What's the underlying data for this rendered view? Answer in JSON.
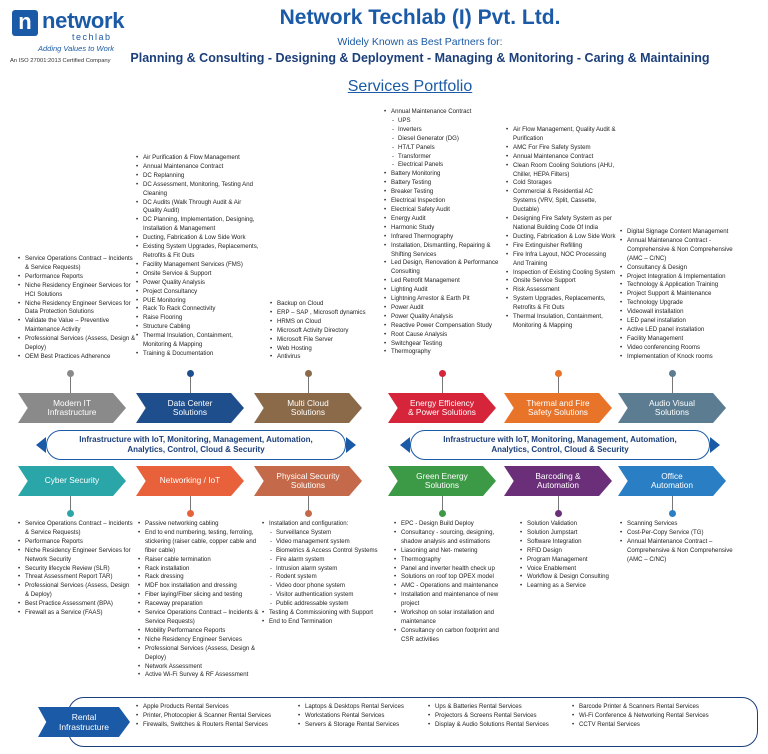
{
  "header": {
    "logo_mark": "n",
    "logo_name": "network",
    "logo_sub": "techlab",
    "logo_tagline": "Adding Values to Work",
    "iso": "An ISO 27001:2013 Certified Company",
    "title": "Network Techlab (I) Pvt. Ltd.",
    "subtitle": "Widely Known as Best Partners for:",
    "tagline": "Planning & Consulting - Designing & Deployment - Managing & Monitoring - Caring & Maintaining",
    "portfolio": "Services Portfolio"
  },
  "infra_banner": {
    "left_line1": "Infrastructure with IoT, Monitoring, Management, Automation,",
    "left_line2": "Analytics, Control, Cloud & Security",
    "right_line1": "Infrastructure with IoT, Monitoring, Management, Automation,",
    "right_line2": "Analytics, Control, Cloud & Security"
  },
  "colors": {
    "modern_it": "#8a8a8a",
    "data_center": "#1f4e8c",
    "multi_cloud": "#8b6a4a",
    "energy_efficiency": "#d6243a",
    "thermal_fire": "#e8742a",
    "audio_visual": "#5c7c92",
    "cyber_security": "#2aa6a8",
    "networking_iot": "#e8613a",
    "physical_security": "#c46a4a",
    "green_energy": "#3c9a46",
    "barcoding": "#6b2f7a",
    "office_automation": "#2a7ec4"
  },
  "top_services": [
    {
      "label_line1": "Modern IT",
      "label_line2": "Infrastructure",
      "items": [
        "Service Operations Contract – Incidents & Service Requests)",
        "Performance Reports",
        "Niche Residency Engineer Services for HCI Solutions",
        "Niche Residency Engineer Services for Data Protection Solutions",
        "Validate the Value – Preventive Maintenance Activity",
        "Professional Services (Assess, Design & Deploy)",
        "OEM Best Practices Adherence"
      ]
    },
    {
      "label_line1": "Data Center",
      "label_line2": "Solutions",
      "items": [
        "Air Purification & Flow Management",
        "Annual Maintenance Contract",
        "DC Replanning",
        "DC Assessment, Monitoring, Testing And Cleaning",
        "DC Audits (Walk Through Audit & Air Quality Audit)",
        "DC Planning, Implementation, Designing, Installation & Management",
        "Ducting, Fabrication & Low Side Work",
        "Existing System Upgrades, Replacements, Retrofits & Fit Outs",
        "Facility Management Services (FMS)",
        "Onsite Service & Support",
        "Power Quality Analysis",
        "Project Consultancy",
        "PUE Monitoring",
        "Rack To Rack Connectivity",
        "Raise Flooring",
        "Structure Cabling",
        "Thermal Insulation, Containment, Monitoring & Mapping",
        "Training & Documentation"
      ]
    },
    {
      "label_line1": "Multi Cloud",
      "label_line2": "Solutions",
      "items": [
        "Backup on Cloud",
        "ERP – SAP , Microsoft dynamics",
        "HRMS on Cloud",
        "Microsoft Activity Directory",
        "Microsoft File Server",
        "Web Hosting",
        "Antivirus"
      ]
    },
    {
      "label_line1": "Energy Efficiency",
      "label_line2": "& Power Solutions",
      "items": [
        {
          "t": "Annual Maintenance Contract"
        },
        {
          "t": "UPS",
          "sub": true
        },
        {
          "t": "Inverters",
          "sub": true
        },
        {
          "t": "Diesel Generator (DG)",
          "sub": true
        },
        {
          "t": "HT/LT Panels",
          "sub": true
        },
        {
          "t": "Transformer",
          "sub": true
        },
        {
          "t": "Electrical Panels",
          "sub": true
        },
        {
          "t": "Battery Monitoring"
        },
        {
          "t": "Battery Testing"
        },
        {
          "t": "Breaker Testing"
        },
        {
          "t": "Electrical Inspection"
        },
        {
          "t": "Electrical Safety Audit"
        },
        {
          "t": "Energy Audit"
        },
        {
          "t": "Harmonic Study"
        },
        {
          "t": "Infrared Thermography"
        },
        {
          "t": "Installation, Dismantling, Repairing & Shifting Services"
        },
        {
          "t": "Led Design, Renovation & Performance Consulting"
        },
        {
          "t": "Led Retrofit Management"
        },
        {
          "t": "Lighting Audit"
        },
        {
          "t": "Lightning Arrestor & Earth Pit"
        },
        {
          "t": "Power Audit"
        },
        {
          "t": "Power Quality Analysis"
        },
        {
          "t": "Reactive Power Compensation Study"
        },
        {
          "t": "Root Cause Analysis"
        },
        {
          "t": "Switchgear Testing"
        },
        {
          "t": "Thermography"
        }
      ]
    },
    {
      "label_line1": "Thermal and Fire",
      "label_line2": "Safety Solutions",
      "items": [
        "Air Flow Management, Quality Audit & Purification",
        "AMC For Fire Safety System",
        "Annual Maintenance Contract",
        "Clean Room Cooling Solutions (AHU, Chiller, HEPA Filters)",
        "Cold Storages",
        "Commercial & Residential AC Systems (VRV, Split, Cassette, Ductable)",
        "Designing Fire Safety System as per National Building Code Of India",
        "Ducting, Fabrication & Low Side Work",
        "Fire Extinguisher Refilling",
        "Fire Infra Layout, NOC Processing And Training",
        "Inspection of Existing Cooling System",
        "Onsite Service Support",
        "Risk Assessment",
        "System Upgrades, Replacements, Retrofits & Fit Outs",
        "Thermal Insulation, Containment, Monitoring & Mapping"
      ]
    },
    {
      "label_line1": "Audio Visual",
      "label_line2": "Solutions",
      "items": [
        "Digital Signage Content Management",
        "Annual Maintenance Contract - Comprehensive & Non Comprehensive (AMC – C/NC)",
        "Consultancy & Design",
        "Project Integration & Implementation",
        "Technology & Application Training",
        "Project Support & Maintenance",
        "Technology Upgrade",
        "Videowall installation",
        "LED panel installation",
        "Active LED panel installation",
        "Facility Management",
        "Video conferencing Rooms",
        "Implementation of Knock rooms"
      ]
    }
  ],
  "bottom_services": [
    {
      "label_line1": "Cyber Security",
      "label_line2": "",
      "items": [
        "Service Operations Contract – Incidents & Service Requests)",
        "Performance Reports",
        "Niche Residency Engineer Services for Network Security",
        "Security lifecycle Review (SLR)",
        "Threat Assessment Report TAR)",
        "Professional Services (Assess, Design & Deploy)",
        "Best Practice Assessment (BPA)",
        "Firewall as a Service (FAAS)"
      ]
    },
    {
      "label_line1": "Networking / IoT",
      "label_line2": "",
      "items": [
        "Passive networking cabling",
        "End to end numbering, testing, ferroling, stickering (raiser cable, copper cable and fiber cable)",
        "Raiser cable termination",
        "Rack installation",
        "Rack dressing",
        "MDF box installation and dressing",
        "Fiber laying/Fiber slicing and testing",
        "Raceway preparation",
        "Service Operations Contract – Incidents & Service Requests)",
        "Mobility Performance Reports",
        "Niche Residency Engineer Services",
        "Professional Services (Assess, Design & Deploy)",
        "Network Assessment",
        "Active Wi-Fi Survey & RF Assessment"
      ]
    },
    {
      "label_line1": "Physical Security",
      "label_line2": "Solutions",
      "items": [
        {
          "t": "Installation and configuration:",
          "plain": true
        },
        {
          "t": "Surveillance System",
          "sub": true
        },
        {
          "t": "Video management system",
          "sub": true
        },
        {
          "t": "Biometrics & Access Control Systems",
          "sub": true
        },
        {
          "t": "Fire alarm system",
          "sub": true
        },
        {
          "t": "Intrusion alarm system",
          "sub": true
        },
        {
          "t": "Rodent system",
          "sub": true
        },
        {
          "t": "Video door phone system",
          "sub": true
        },
        {
          "t": "Visitor authentication system",
          "sub": true
        },
        {
          "t": "Public addressable system",
          "sub": true
        },
        {
          "t": "Testing & Commissioning with Support"
        },
        {
          "t": "End to End Termination"
        }
      ]
    },
    {
      "label_line1": "Green Energy",
      "label_line2": "Solutions",
      "items": [
        "EPC - Design Build Deploy",
        "Consultancy - sourcing, designing, shadow analysis and estimations",
        "Liasoning and Net- metering",
        "Thermography",
        "Panel and inverter health check up",
        "Solutions on roof top OPEX model",
        "AMC - Operations and maintenance",
        "Installation and maintenance of new project",
        "Workshop on solar installation and maintenance",
        "Consultancy on carbon footprint and CSR activities"
      ]
    },
    {
      "label_line1": "Barcoding &",
      "label_line2": "Automation",
      "items": [
        "Solution Validation",
        "Solution Jumpstart",
        "Software Integration",
        "RFID Design",
        "Program Management",
        "Voice Enablement",
        "Workflow & Design Consulting",
        "Learning as a Service"
      ]
    },
    {
      "label_line1": "Office",
      "label_line2": "Automation",
      "items": [
        "Scanning Services",
        "Cost-Per-Copy Service (TG)",
        "Annual Maintenance Contract – Comprehensive & Non Comprehensive (AMC – C/NC)"
      ]
    }
  ],
  "rental": {
    "label_line1": "Rental",
    "label_line2": "Infrastructure",
    "columns": [
      [
        "Apple Products Rental Services",
        "Printer, Photocopier & Scanner Rental Services",
        "Firewalls, Switches & Routers Rental Services"
      ],
      [
        "Laptops & Desktops Rental Services",
        "Workstations Rental Services",
        "Servers & Storage Rental Services"
      ],
      [
        "Ups & Batteries Rental Services",
        "Projectors & Screens Rental Services",
        "Display & Audio Solutions Rental Services"
      ],
      [
        "Barcode Printer & Scanners Rental Services",
        "Wi-Fi Conference & Networking Rental Services",
        "CCTV Rental Services"
      ]
    ]
  }
}
